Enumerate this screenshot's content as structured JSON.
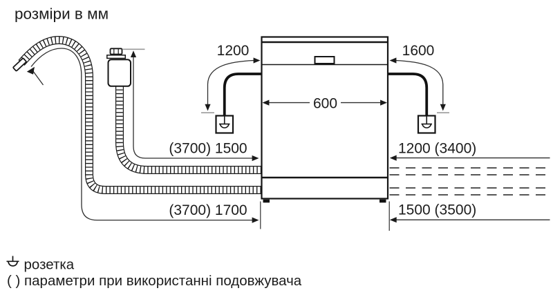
{
  "title": "розміри в мм",
  "dims": {
    "machine_width": "600",
    "cable_left": "1200",
    "cable_right": "1600",
    "supply_hose": "(3700) 1500",
    "drain_hose": "(3700) 1700",
    "right_top": "1200 (3400)",
    "right_bottom": "1500 (3500)"
  },
  "legend": {
    "socket": "розетка",
    "note": "( ) параметри при використанні подовжувача"
  },
  "colors": {
    "line": "#1a1a1a",
    "dim_line": "#2e2e2e",
    "ground": "#9a9a9a",
    "background": "#ffffff"
  }
}
